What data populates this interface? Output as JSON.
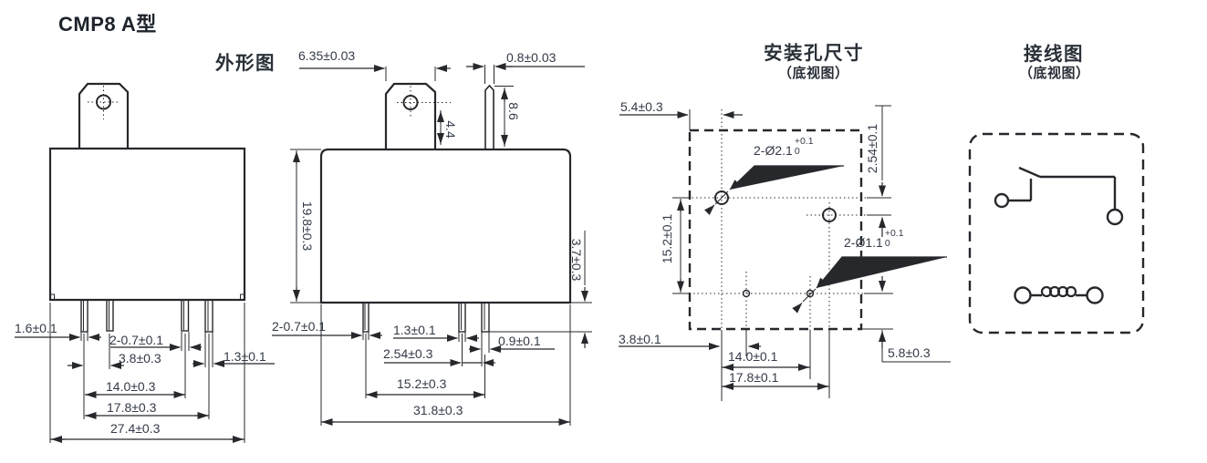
{
  "title": "CMP8 A型",
  "colors": {
    "line": "#26282c",
    "text": "#333a47",
    "background": "#ffffff"
  },
  "outline_view": {
    "label": "外形图",
    "front": {
      "pin_width_wide": "1.6±0.1",
      "pin_thickness": "2-0.7±0.1",
      "pin_offset": "3.8±0.3",
      "pin_width_narrow": "1.3±0.1",
      "pin_pitch_inner": "14.0±0.3",
      "pin_pitch_outer": "17.8±0.3",
      "body_width": "27.4±0.3"
    },
    "side": {
      "tab_width": "6.35±0.03",
      "tab_thickness": "0.8±0.03",
      "tab_hole_offset": "4.4",
      "tab_height": "8.6",
      "body_height": "19.8±0.3",
      "pin_length": "3.7±0.3",
      "pin_thickness": "2-0.7±0.1",
      "pin_width_mid": "1.3±0.1",
      "pin_width_end": "0.9±0.1",
      "pin_pitch_small": "2.54±0.3",
      "pin_pitch": "15.2±0.3",
      "body_width": "31.8±0.3"
    }
  },
  "mounting_view": {
    "label": "安装孔尺寸",
    "sublabel": "（底视图）",
    "dims": {
      "edge_offset": "5.4±0.3",
      "large_holes": "2-Ø2.1",
      "large_holes_tol_upper": "+0.1",
      "large_holes_tol_lower": "0",
      "small_holes": "2-Ø1.1",
      "small_holes_tol_upper": "+0.1",
      "small_holes_tol_lower": "0",
      "row_offset": "2.54±0.1",
      "col_span": "15.2±0.1",
      "hole_offset": "3.8±0.1",
      "pitch_inner": "14.0±0.1",
      "pitch_outer": "17.8±0.1",
      "bottom_offset": "5.8±0.3"
    }
  },
  "wiring_view": {
    "label": "接线图",
    "sublabel": "（底视图）"
  }
}
